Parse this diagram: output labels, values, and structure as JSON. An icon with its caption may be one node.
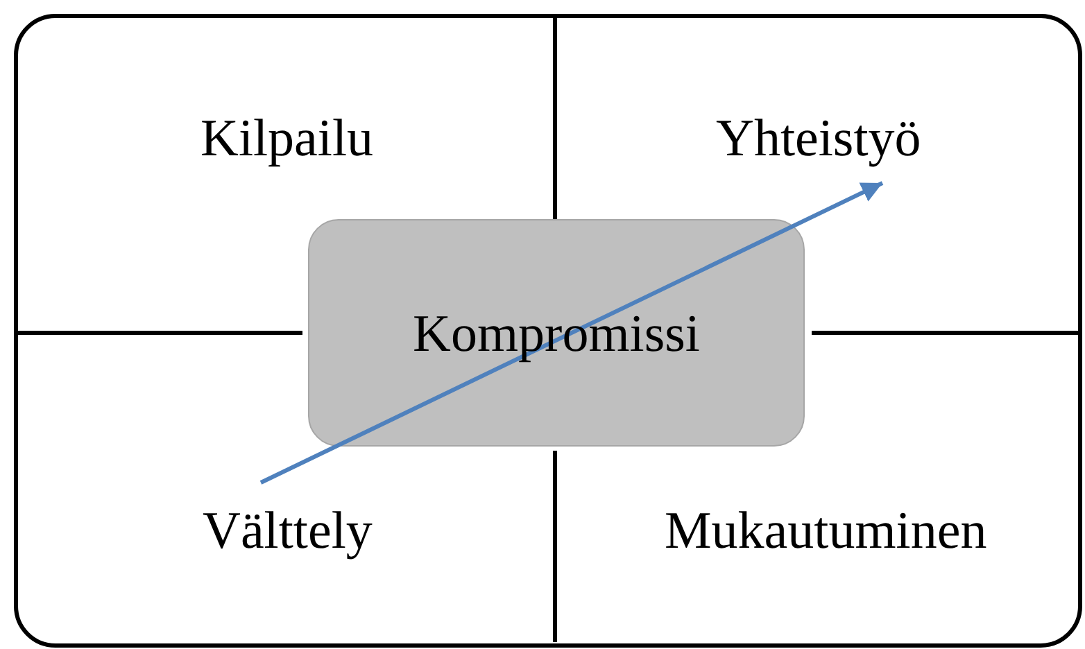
{
  "diagram": {
    "nodes": [
      {
        "text": [
          "Kilpailu"
        ]
      },
      {
        "text": [
          "Yhteistyö"
        ]
      },
      {
        "text": [
          "Välttely"
        ]
      },
      {
        "text": [
          "Mukautuminen"
        ]
      },
      {
        "text": [
          "Kompromissi"
        ]
      }
    ]
  }
}
